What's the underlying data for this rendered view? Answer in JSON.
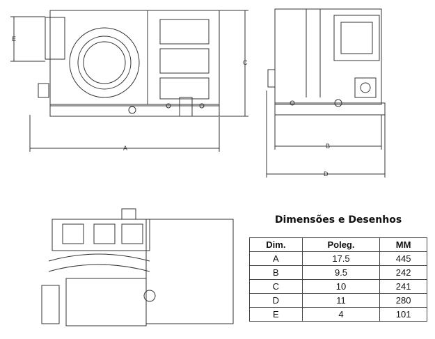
{
  "drawing": {
    "labels": {
      "A": "A",
      "B": "B",
      "C": "C",
      "D": "D",
      "E": "E"
    }
  },
  "table": {
    "title": "Dimensões  e Desenhos",
    "headers": [
      "Dim.",
      "Poleg.",
      "MM"
    ],
    "rows": [
      [
        "A",
        "17.5",
        "445"
      ],
      [
        "B",
        "9.5",
        "242"
      ],
      [
        "C",
        "10",
        "241"
      ],
      [
        "D",
        "11",
        "280"
      ],
      [
        "E",
        "4",
        "101"
      ]
    ]
  }
}
